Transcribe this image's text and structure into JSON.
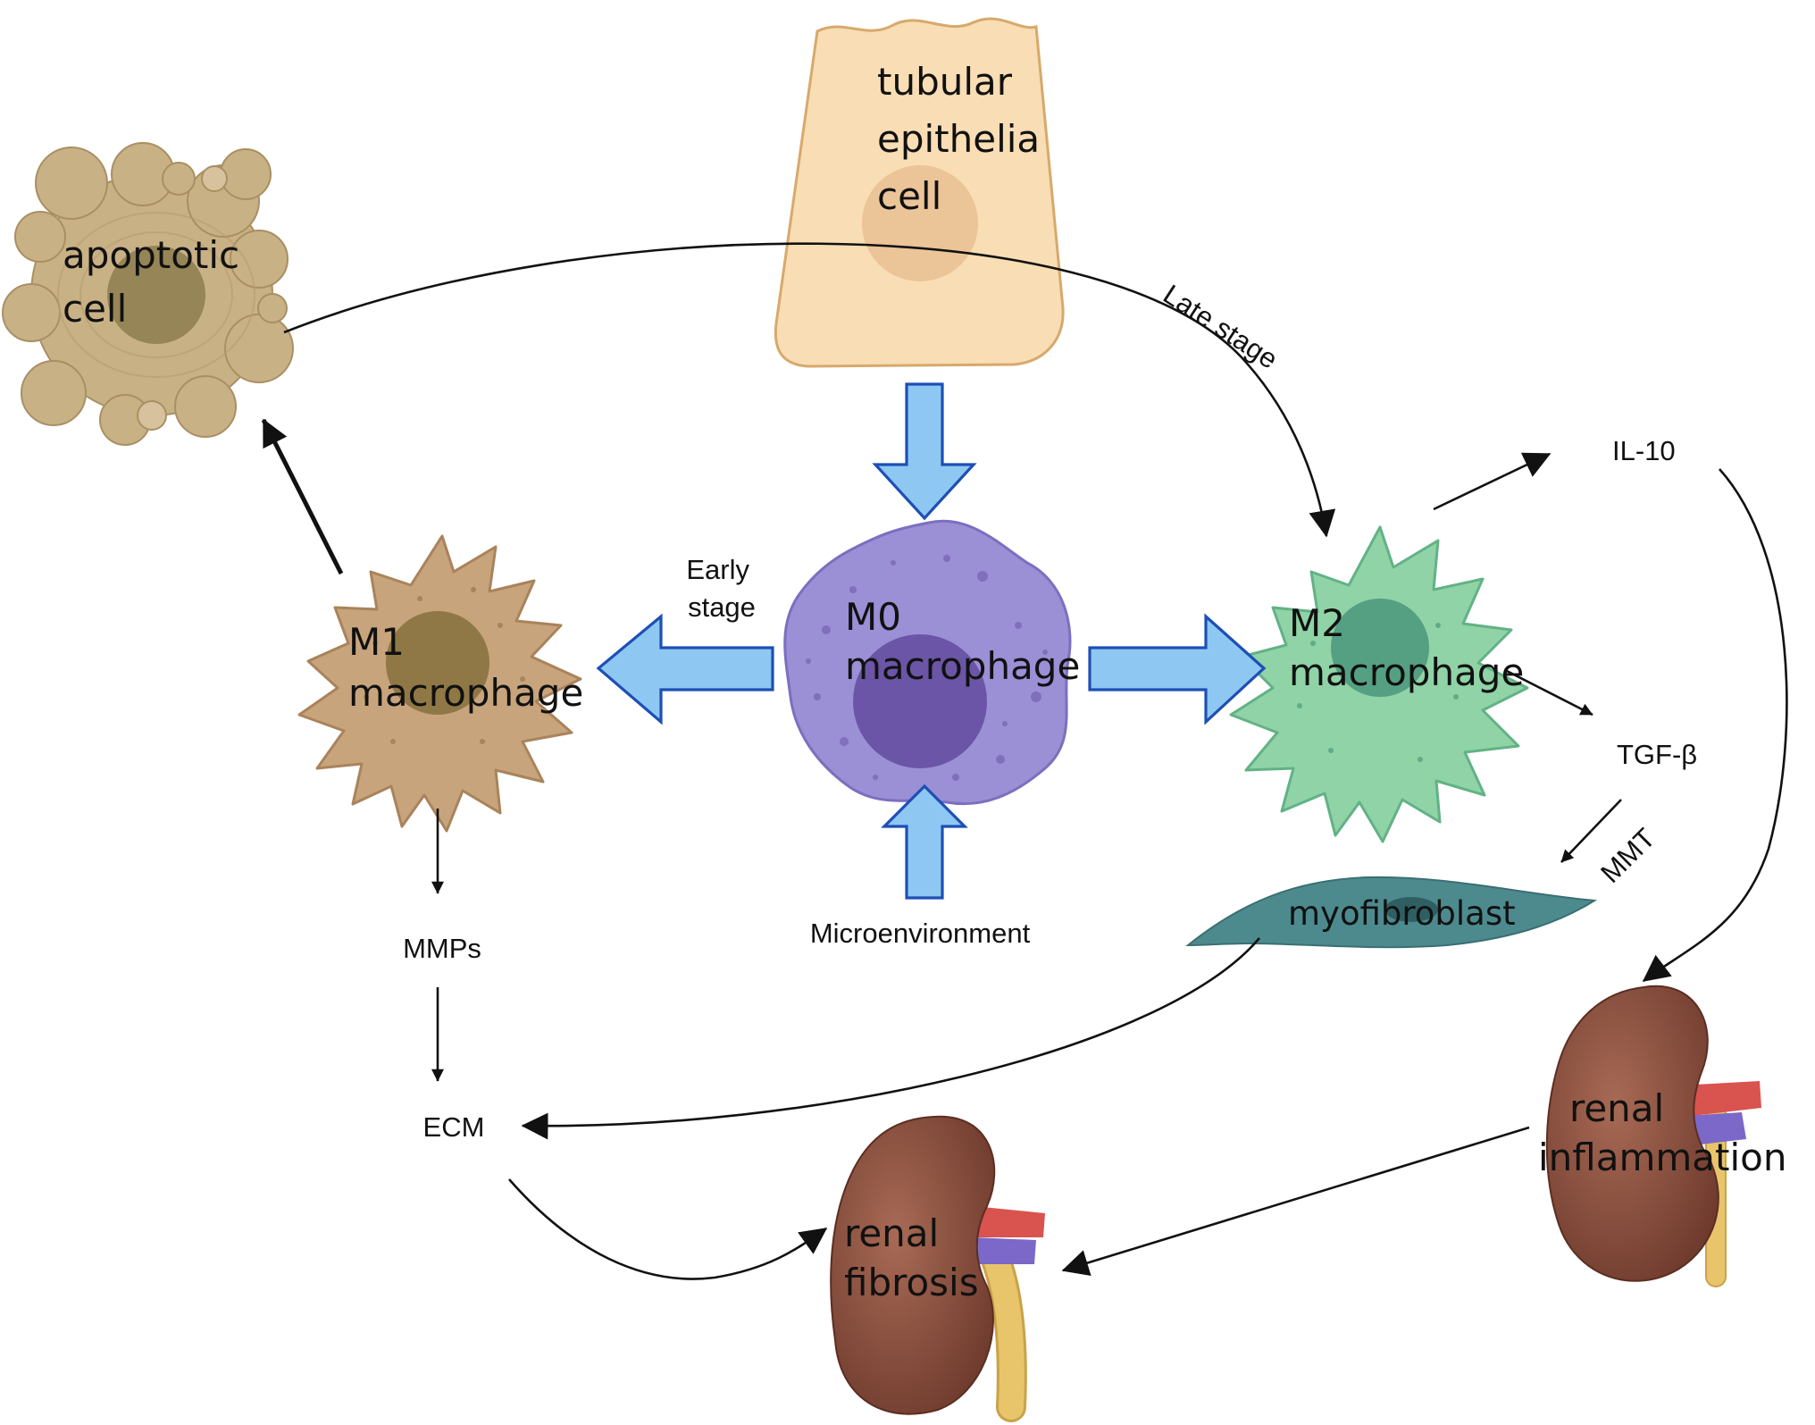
{
  "cells": {
    "tubular": [
      "tubular",
      "epithelia",
      "cell"
    ],
    "apoptotic": [
      "apoptotic",
      "cell"
    ],
    "m0": [
      "M0",
      "macrophage"
    ],
    "m1": [
      "M1",
      "macrophage"
    ],
    "m2": [
      "M2",
      "macrophage"
    ],
    "myofibroblast": "myofibroblast",
    "renal_fibrosis": [
      "renal",
      "fibrosis"
    ],
    "renal_inflammation": [
      "renal",
      "inflammation"
    ]
  },
  "labels": {
    "early_stage": [
      "Early",
      "stage"
    ],
    "late_stage": "Late stage",
    "microenvironment": "Microenvironment",
    "il10": "IL-10",
    "tgfb": "TGF-β",
    "mmt": "MMT",
    "mmps": "MMPs",
    "ecm": "ECM"
  },
  "colors": {
    "tubular_fill": "#f9ddb4",
    "tubular_stroke": "#d7a96b",
    "apoptotic_fill": "#c9b186",
    "m0_fill": "#9b8fd6",
    "m0_nucleus": "#6a55a6",
    "m1_fill": "#c8a47c",
    "m1_nucleus": "#8a7340",
    "m2_fill": "#8fd3a6",
    "m2_nucleus": "#4f9a7f",
    "myofibroblast_fill": "#4d8a8e",
    "kidney_fill": "#8b5040",
    "artery": "#d9534f",
    "vein": "#7b68c8",
    "ureter": "#e8c56a",
    "blue_arrow_fill": "#8ec8f2",
    "blue_arrow_stroke": "#1d4fb5"
  }
}
